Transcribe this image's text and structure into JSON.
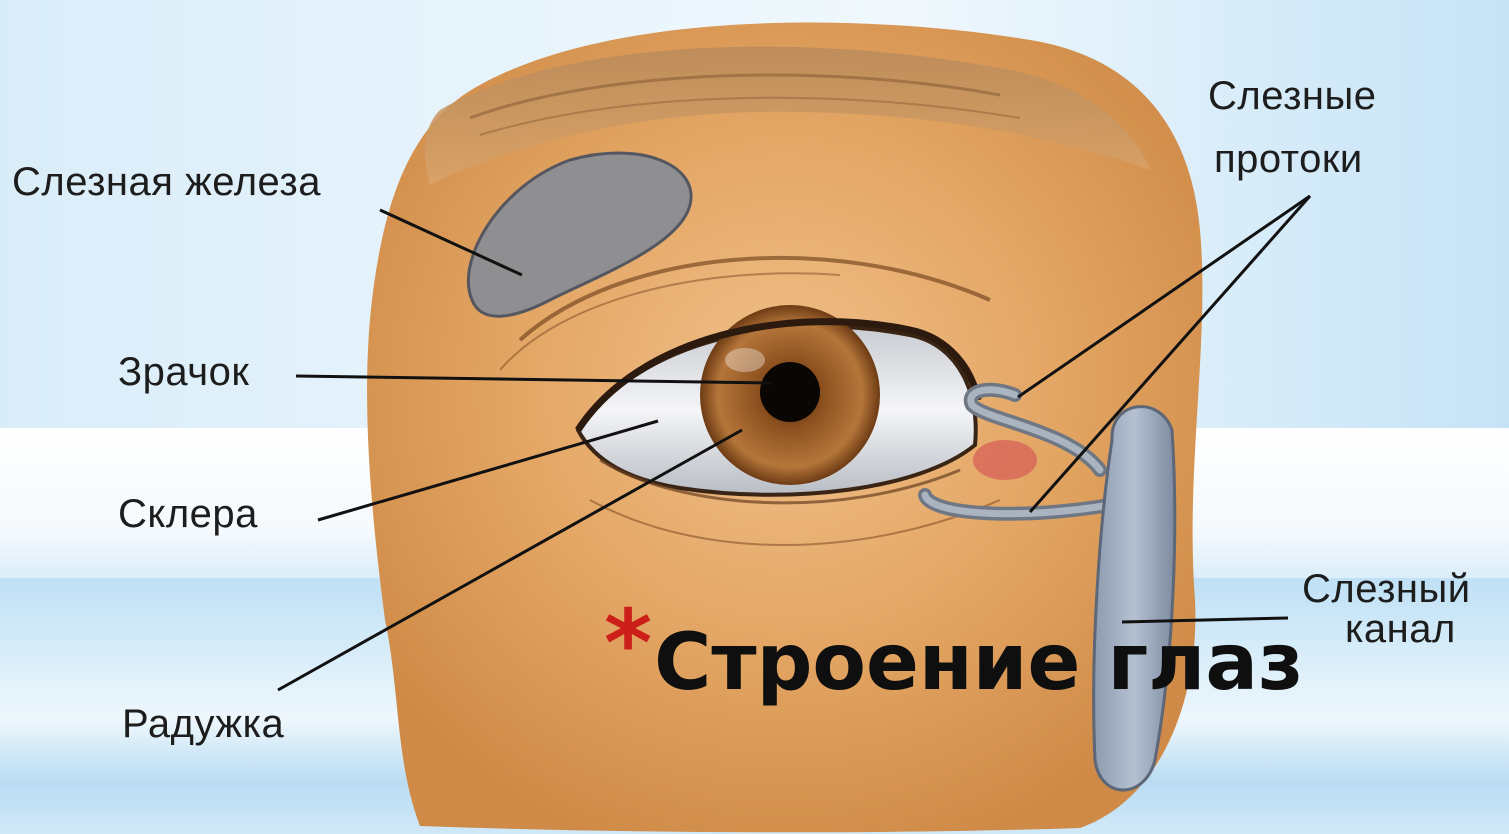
{
  "slide": {
    "bullet": "*",
    "title": "Строение глаз"
  },
  "labels": {
    "lacrimal_gland": "Слезная железа",
    "pupil": "Зрачок",
    "sclera": "Склера",
    "iris": "Радужка",
    "tear_ducts_line1": "Слезные",
    "tear_ducts_line2": "протоки",
    "tear_canal_line1": "Слезный",
    "tear_canal_line2": "канал"
  },
  "colors": {
    "title_bullet": "#cc1f1a",
    "title_text": "#0f0f0f",
    "background": "#d9edf9",
    "skin": "#e0a463",
    "iris": "#a5672b"
  }
}
